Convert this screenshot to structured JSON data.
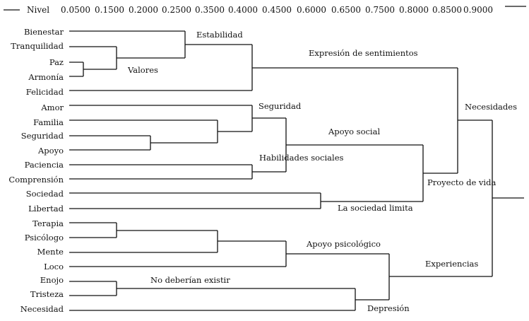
{
  "scale": {
    "label": "Nivel",
    "ticks": [
      "0.0500",
      "0.1500",
      "0.2000",
      "0.2500",
      "0.3500",
      "0.4000",
      "0.4500",
      "0.6000",
      "0.6500",
      "0.7500",
      "0.8000",
      "0.8500",
      "0.9000"
    ]
  },
  "leaves": [
    "Bienestar",
    "Tranquilidad",
    "Paz",
    "Armonía",
    "Felicidad",
    "Amor",
    "Familia",
    "Seguridad",
    "Apoyo",
    "Paciencia",
    "Comprensión",
    "Sociedad",
    "Libertad",
    "Terapia",
    "Psicólogo",
    "Mente",
    "Loco",
    "Enojo",
    "Tristeza",
    "Necesidad"
  ],
  "clusters": {
    "estabilidad": "Estabilidad",
    "valores": "Valores",
    "expresion": "Expresión de sentimientos",
    "seguridad": "Seguridad",
    "apoyo_social": "Apoyo social",
    "habilidades": "Habilidades sociales",
    "sociedad_limita": "La sociedad limita",
    "proyecto": "Proyecto de vida",
    "necesidades": "Necesidades",
    "apoyo_psico": "Apoyo psicológico",
    "experiencias": "Experiencias",
    "no_deberian": "No deberían existir",
    "depresion": "Depresión"
  }
}
